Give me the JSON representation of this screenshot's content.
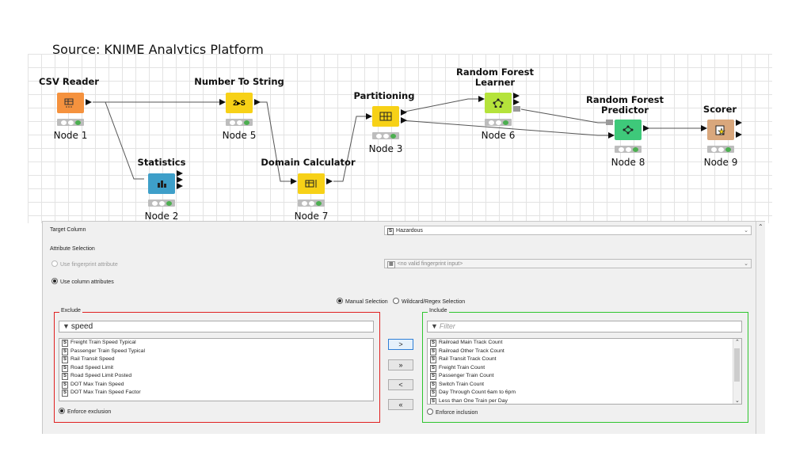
{
  "source_caption": "Source: KNIME Analytics Platform",
  "workflow": {
    "nodes": [
      {
        "id": "csv",
        "title": "CSV Reader",
        "label": "Node 1",
        "color": "#f5923e",
        "icon": "table-reader-icon"
      },
      {
        "id": "stats",
        "title": "Statistics",
        "label": "Node 2",
        "color": "#3e9fc9",
        "icon": "statistics-icon"
      },
      {
        "id": "n2s",
        "title": "Number To String",
        "label": "Node 5",
        "color": "#f7d117",
        "icon_text": "2▸S"
      },
      {
        "id": "dom",
        "title": "Domain Calculator",
        "label": "Node 7",
        "color": "#f7d117",
        "icon": "domain-icon"
      },
      {
        "id": "part",
        "title": "Partitioning",
        "label": "Node 3",
        "color": "#f7d117",
        "icon": "partition-icon"
      },
      {
        "id": "rfl",
        "title": "Random Forest Learner",
        "label": "Node 6",
        "color": "#b5e33b",
        "icon": "learner-icon"
      },
      {
        "id": "rfp",
        "title": "Random Forest Predictor",
        "label": "Node 8",
        "color": "#3ec97a",
        "icon": "predictor-icon"
      },
      {
        "id": "scorer",
        "title": "Scorer",
        "label": "Node 9",
        "color": "#d9a77c",
        "icon": "scorer-icon"
      }
    ]
  },
  "dialog": {
    "target_column_label": "Target Column",
    "target_column_value": "Hazardous",
    "attribute_selection_label": "Attribute Selection",
    "use_fingerprint_label": "Use fingerprint attribute",
    "fingerprint_value": "<no valid fingerprint input>",
    "use_columns_label": "Use column attributes",
    "manual_selection_label": "Manual Selection",
    "wildcard_label": "Wildcard/Regex Selection",
    "exclude": {
      "legend": "Exclude",
      "filter_value": "speed",
      "items": [
        "Freight Train Speed Typical",
        "Passenger Train Speed Typical",
        "Rail Transit Speed",
        "Road Speed Limit",
        "Road Speed Limit Posted",
        "DOT Max Train Speed",
        "DOT Max Train Speed Factor"
      ],
      "enforce_label": "Enforce exclusion"
    },
    "include": {
      "legend": "Include",
      "filter_placeholder": "Filter",
      "items": [
        "Railroad Main Track Count",
        "Railroad Other Track Count",
        "Rail Transit Track Count",
        "Freight Train Count",
        "Passenger Train Count",
        "Switch Train Count",
        "Day Through Count 6am to 6pm",
        "Less than One Train per Day"
      ],
      "enforce_label": "Enforce inclusion"
    },
    "buttons": {
      "add": ">",
      "add_all": "»",
      "remove": "<",
      "remove_all": "«"
    },
    "colors": {
      "exclude_border": "#e02020",
      "include_border": "#2ec52e"
    }
  }
}
